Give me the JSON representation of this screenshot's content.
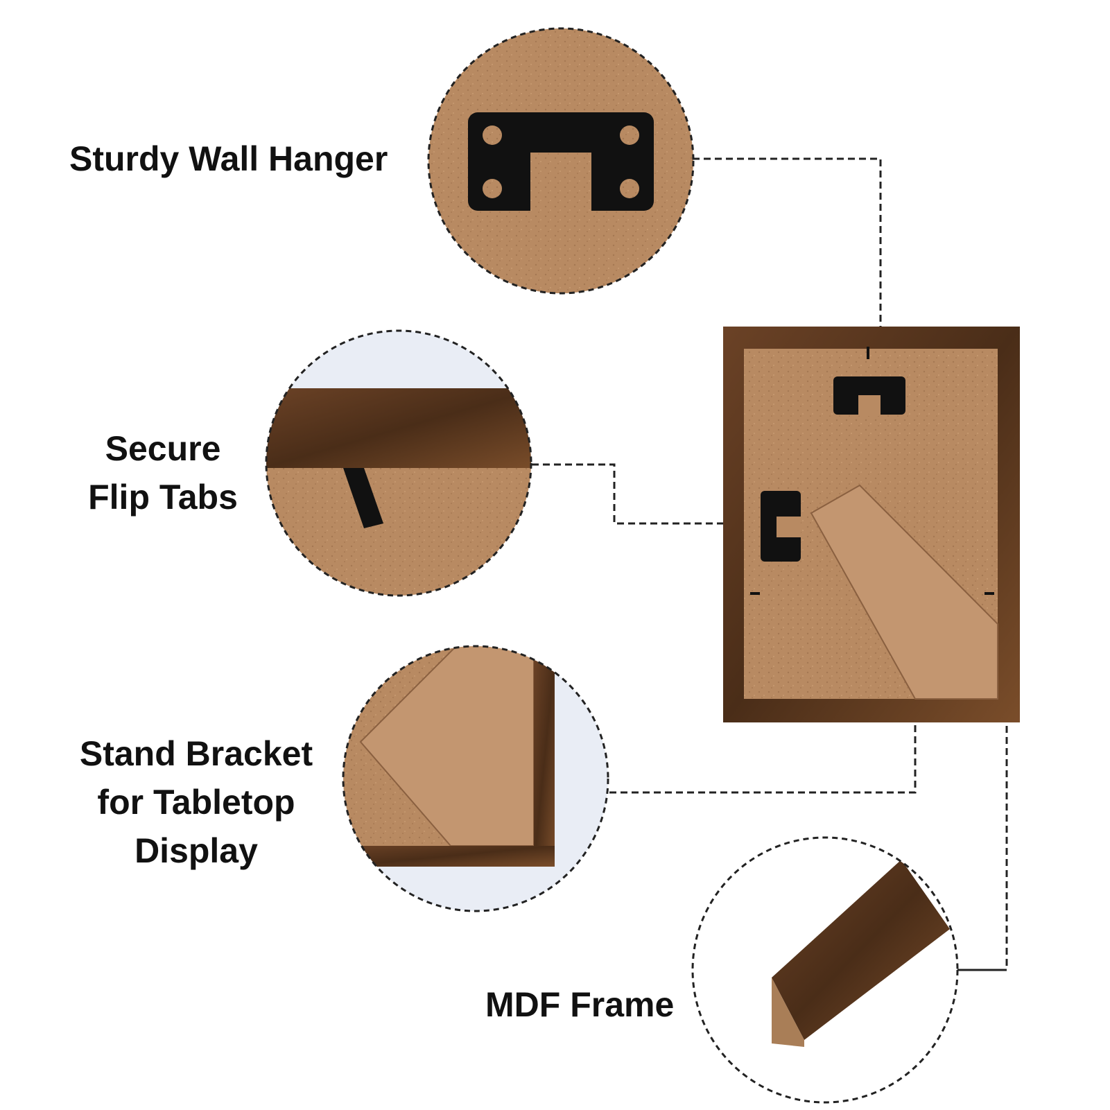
{
  "callouts": {
    "wall_hanger": "Sturdy Wall Hanger",
    "flip_tabs": [
      "Secure",
      "Flip Tabs"
    ],
    "stand_bracket": [
      "Stand Bracket",
      "for Tabletop",
      "Display"
    ],
    "mdf_frame": "MDF Frame"
  },
  "colors": {
    "cardboard": "#b88a62",
    "wood": "#5a3a22",
    "hardware": "#111111",
    "leader_line": "#222222"
  }
}
